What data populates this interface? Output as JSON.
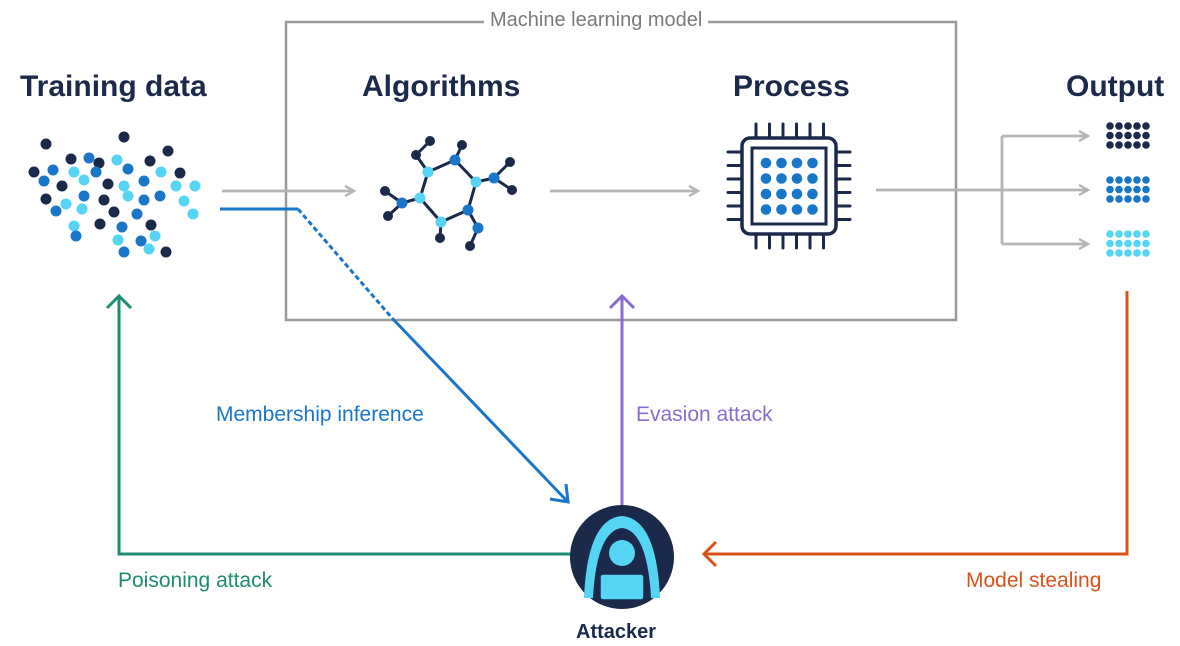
{
  "box_title": "Machine learning model",
  "headings": {
    "training_data": "Training data",
    "algorithms": "Algorithms",
    "process": "Process",
    "output": "Output"
  },
  "attacks": {
    "membership_inference": "Membership inference",
    "evasion": "Evasion attack",
    "poisoning": "Poisoning attack",
    "model_stealing": "Model stealing"
  },
  "attacker_label": "Attacker",
  "colors": {
    "navy": "#1b2a4a",
    "blue": "#1a76c9",
    "cyan": "#56d4f4",
    "gray": "#b5b5b5",
    "box": "#9a9a9a",
    "purple": "#8a6cd0",
    "green": "#1e8c72",
    "orange": "#d9521a"
  }
}
